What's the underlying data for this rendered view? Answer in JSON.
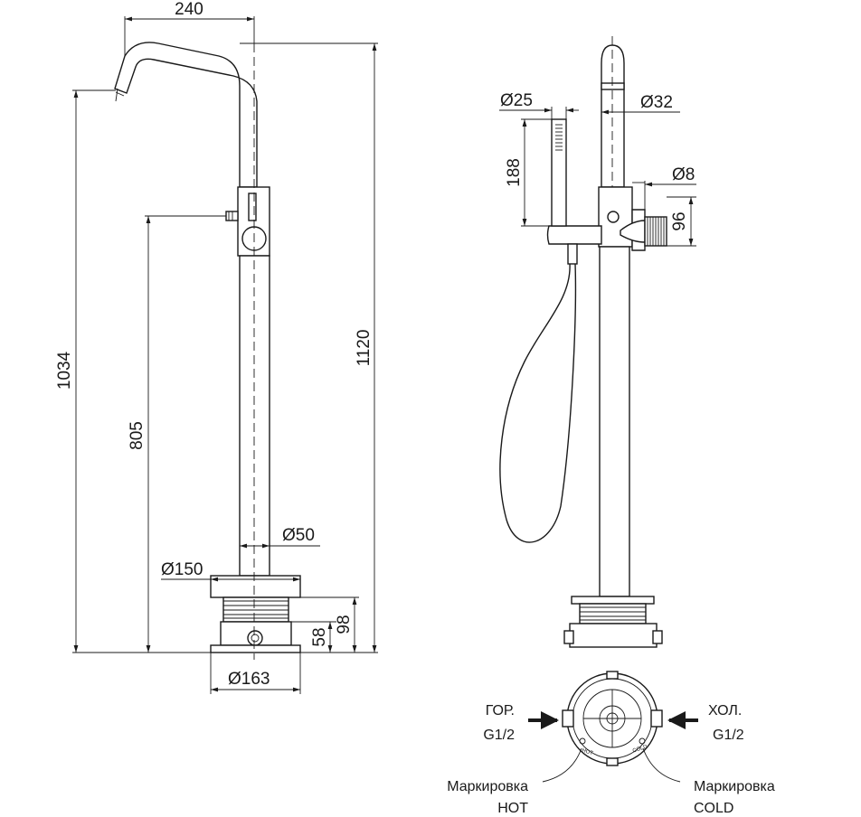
{
  "dimensions": {
    "width_spout": "240",
    "height_total": "1120",
    "height_spout": "1034",
    "height_mixer": "805",
    "dia_body": "Ø50",
    "dia_base": "Ø150",
    "dia_flange": "Ø163",
    "h_58": "58",
    "h_98": "98",
    "dia_handshower": "Ø25",
    "dia_top": "Ø32",
    "len_handshower": "188",
    "dia_knob": "Ø8",
    "h_knob": "96"
  },
  "labels": {
    "hot_line1": "ГОР.",
    "hot_line2": "G1/2",
    "cold_line1": "ХОЛ.",
    "cold_line2": "G1/2",
    "mark_hot_1": "Маркировка",
    "mark_hot_2": "HOT",
    "mark_cold_1": "Маркировка",
    "mark_cold_2": "COLD",
    "tiny_hot": "HOT",
    "tiny_cold": "COLD"
  },
  "colors": {
    "line": "#1a1a1a",
    "background": "#ffffff"
  }
}
